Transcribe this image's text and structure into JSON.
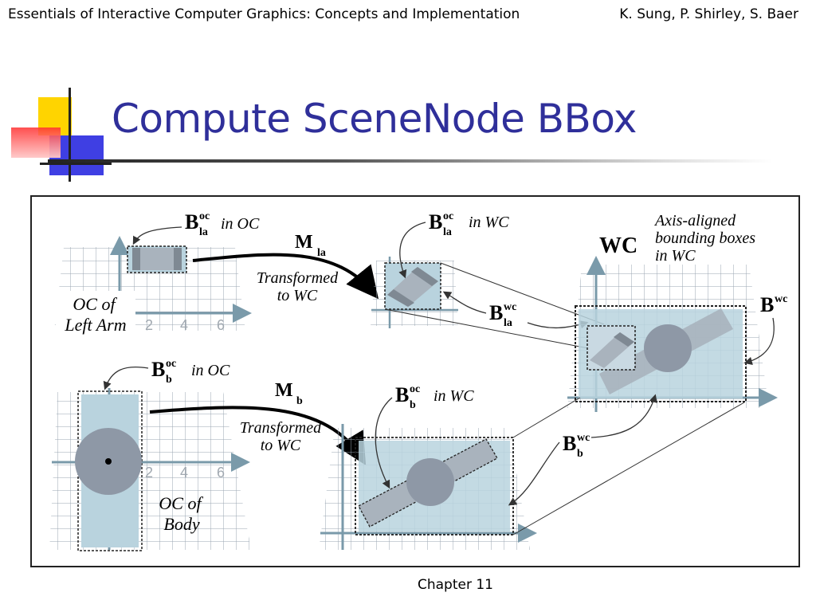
{
  "header": {
    "left": "Essentials of Interactive Computer Graphics: Concepts and Implementation",
    "right": "K. Sung, P. Shirley, S. Baer"
  },
  "title": "Compute SceneNode BBox",
  "footer": "Chapter 11",
  "colors": {
    "title": "#2f2f9a",
    "logo_yellow": "#ffd400",
    "logo_blue": "#2a2ae0",
    "logo_red": "#ff3030",
    "box_fill": "#b9d3de",
    "shape_fill": "#8e98a6"
  },
  "figure": {
    "bla_oc": {
      "B": "B",
      "sup": "oc",
      "sub": "la",
      "note": "in OC"
    },
    "ma": {
      "M": "M",
      "sub": "la"
    },
    "transformed_top": [
      "Transformed",
      "to WC"
    ],
    "oc_left_arm": [
      "OC of",
      "Left Arm"
    ],
    "bla_wc_top": {
      "B": "B",
      "sup": "oc",
      "sub": "la",
      "note": "in WC"
    },
    "bla_wc": {
      "B": "B",
      "sup": "wc",
      "sub": "la"
    },
    "wc_label": "WC",
    "axis_aligned": [
      "Axis-aligned",
      "bounding boxes",
      "in WC"
    ],
    "bwc": {
      "B": "B",
      "sup": "wc"
    },
    "bb_oc": {
      "B": "B",
      "sup": "oc",
      "sub": "b",
      "note": "in OC"
    },
    "mb": {
      "M": "M",
      "sub": "b"
    },
    "transformed_bottom": [
      "Transformed",
      "to WC"
    ],
    "oc_body": [
      "OC of",
      "Body"
    ],
    "bb_wc_top": {
      "B": "B",
      "sup": "oc",
      "sub": "b",
      "note": "in WC"
    },
    "bb_wc": {
      "B": "B",
      "sup": "wc",
      "sub": "b"
    },
    "ticks": [
      "2",
      "4",
      "6"
    ]
  }
}
